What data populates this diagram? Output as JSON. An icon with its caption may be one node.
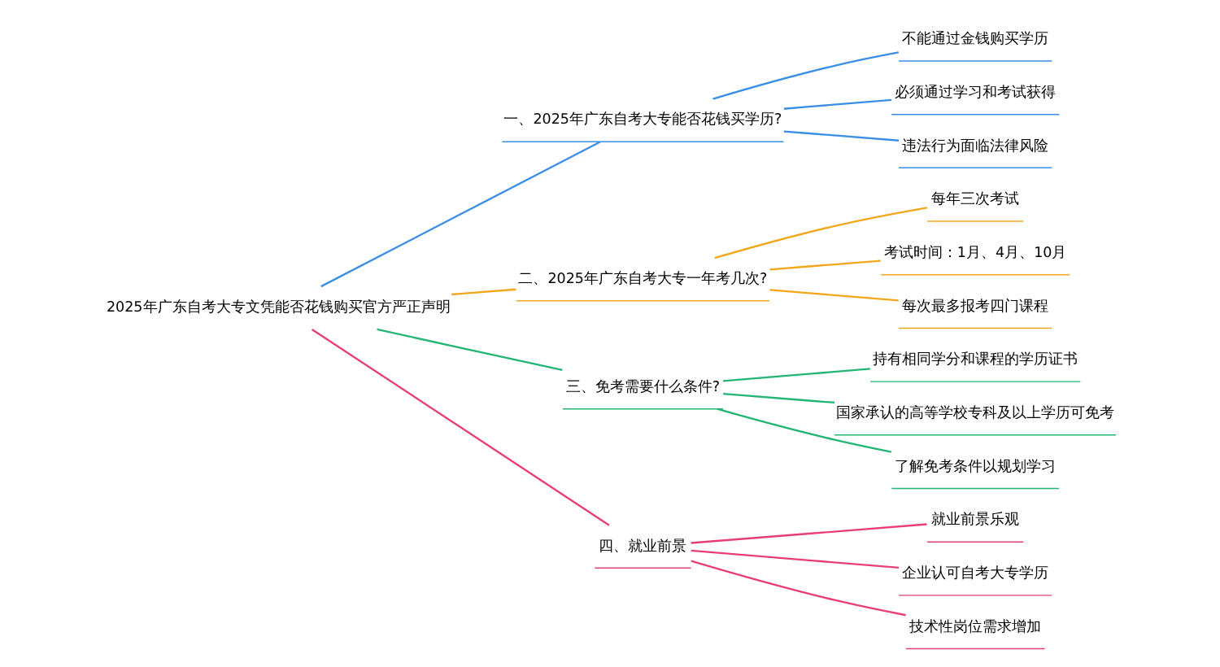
{
  "diagram": {
    "nodes": [
      {
        "text": [
          "2025年广东自考大专文凭能否花钱购买官方严正声明"
        ]
      },
      {
        "text": [
          "一、2025年广东自考大专能否花钱买学历?"
        ]
      },
      {
        "text": [
          "不能通过金钱购买学历"
        ]
      },
      {
        "text": [
          "必须通过学习和考试获得"
        ]
      },
      {
        "text": [
          "违法行为面临法律风险"
        ]
      },
      {
        "text": [
          "二、2025年广东自考大专一年考几次?"
        ]
      },
      {
        "text": [
          "每年三次考试"
        ]
      },
      {
        "text": [
          "考试时间：1月、4月、10月"
        ]
      },
      {
        "text": [
          "每次最多报考四门课程"
        ]
      },
      {
        "text": [
          "三、免考需要什么条件?"
        ]
      },
      {
        "text": [
          "持有相同学分和课程的学历证书"
        ]
      },
      {
        "text": [
          "国家承认的高等学校专科及以上学历可免考"
        ]
      },
      {
        "text": [
          "了解免考条件以规划学习"
        ]
      },
      {
        "text": [
          "四、就业前景"
        ]
      },
      {
        "text": [
          "就业前景乐观"
        ]
      },
      {
        "text": [
          "企业认可自考大专学历"
        ]
      },
      {
        "text": [
          "技术性岗位需求增加"
        ]
      }
    ],
    "edges": [
      {
        "from": 0,
        "to": 1,
        "arrow": "none",
        "color": "#3a8ee6"
      },
      {
        "from": 1,
        "to": 2,
        "arrow": "none",
        "color": "#3a8ee6"
      },
      {
        "from": 1,
        "to": 3,
        "arrow": "none",
        "color": "#3a8ee6"
      },
      {
        "from": 1,
        "to": 4,
        "arrow": "none",
        "color": "#3a8ee6"
      },
      {
        "from": 0,
        "to": 5,
        "arrow": "none",
        "color": "#f2a71b"
      },
      {
        "from": 5,
        "to": 6,
        "arrow": "none",
        "color": "#f2a71b"
      },
      {
        "from": 5,
        "to": 7,
        "arrow": "none",
        "color": "#f2a71b"
      },
      {
        "from": 5,
        "to": 8,
        "arrow": "none",
        "color": "#f2a71b"
      },
      {
        "from": 0,
        "to": 9,
        "arrow": "none",
        "color": "#22b573"
      },
      {
        "from": 9,
        "to": 10,
        "arrow": "none",
        "color": "#22b573"
      },
      {
        "from": 9,
        "to": 11,
        "arrow": "none",
        "color": "#22b573"
      },
      {
        "from": 9,
        "to": 12,
        "arrow": "none",
        "color": "#22b573"
      },
      {
        "from": 0,
        "to": 13,
        "arrow": "none",
        "color": "#e83e78"
      },
      {
        "from": 13,
        "to": 14,
        "arrow": "none",
        "color": "#e83e78"
      },
      {
        "from": 13,
        "to": 15,
        "arrow": "none",
        "color": "#e83e78"
      },
      {
        "from": 13,
        "to": 16,
        "arrow": "none",
        "color": "#e83e78"
      }
    ]
  }
}
